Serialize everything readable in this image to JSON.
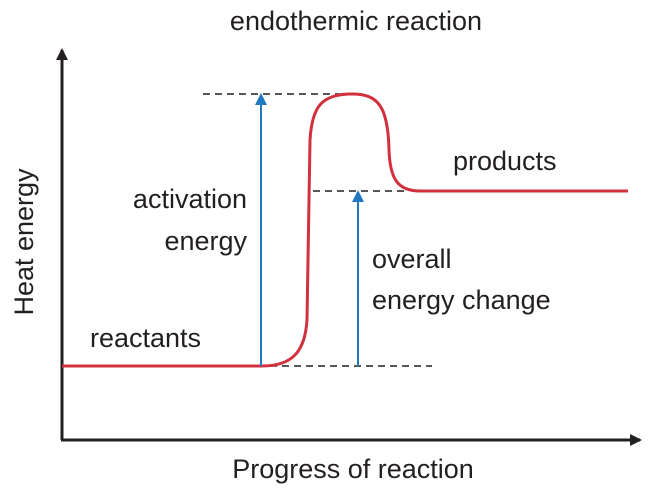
{
  "title": "endothermic reaction",
  "axes": {
    "x_label": "Progress of reaction",
    "y_label": "Heat energy"
  },
  "labels": {
    "reactants": "reactants",
    "products": "products",
    "activation_line1": "activation",
    "activation_line2": "energy",
    "overall_line1": "overall",
    "overall_line2": "energy change"
  },
  "colors": {
    "curve": "#d2303d",
    "arrows": "#1f78c1",
    "axes": "#231f20",
    "text": "#231f20",
    "guides": "#231f20"
  }
}
